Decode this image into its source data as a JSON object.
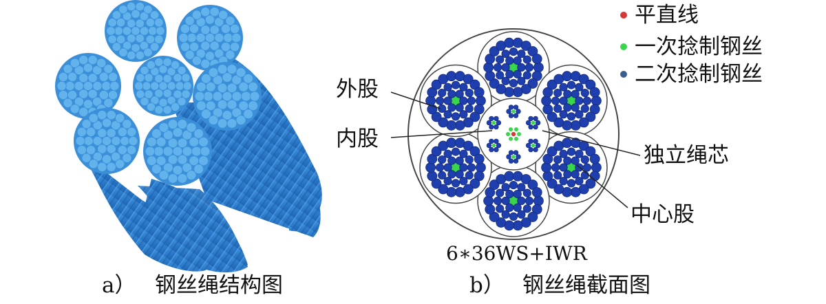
{
  "panel_a": {
    "caption_index": "a）",
    "caption": "钢丝绳结构图"
  },
  "panel_b": {
    "caption_index": "b）",
    "caption": "钢丝绳截面图",
    "formula": "6∗36WS+IWR",
    "legend": [
      {
        "label": "平直线",
        "color": "#d23a3a"
      },
      {
        "label": "一次捻制钢丝",
        "color": "#39d54a"
      },
      {
        "label": "二次捻制钢丝",
        "color": "#3a5f8f"
      }
    ],
    "annotations": {
      "outer_strand": "外股",
      "inner_strand": "内股",
      "iwrc": "独立绳芯",
      "center_strand": "中心股"
    }
  },
  "colors": {
    "wire_light": "#62b3ec",
    "wire_body": "#2f7fd0",
    "wire_dark": "#1b5ea5",
    "section_wire": "#1f3fae",
    "section_wire_dark": "#152a7a",
    "core_wire": "#39d54a"
  }
}
